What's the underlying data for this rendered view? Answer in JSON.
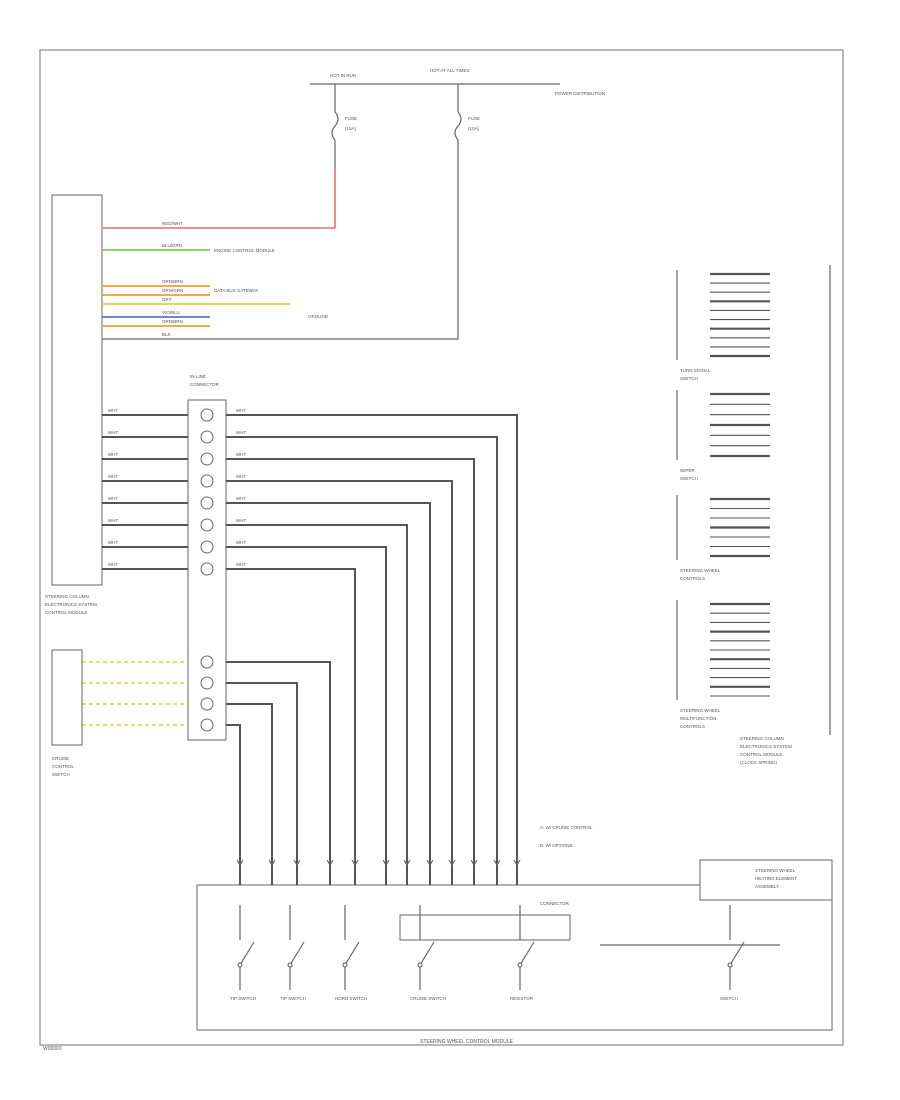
{
  "diagram": {
    "page_code": "W00000",
    "hot_in_run_label": "HOT IN RUN",
    "hot_at_all_times_label": "HOT AT ALL TIMES",
    "fuse_left": {
      "label": "FUSE",
      "sub": "(15A)"
    },
    "fuse_right": {
      "label": "FUSE",
      "sub": "(10A)"
    },
    "power_distribution_label": "POWER DISTRIBUTION",
    "left_module_title": [
      "STEERING COLUMN",
      "ELECTRONICS SYSTEM",
      "CONTROL MODULE"
    ],
    "mid_connector_title": [
      "IN-LINE",
      "CONNECTOR"
    ],
    "left_wire_labels": [
      "RED/WHT",
      "BLU/GRN",
      "ORN/BRN",
      "ORN/GRN",
      "GRY",
      "VIO/BLU",
      "ORN/BRN",
      "BLK"
    ],
    "destinations": {
      "engine_control": "ENGINE CONTROL MODULE",
      "gateway": "DATA BUS GATEWAY",
      "ground": "GROUND"
    },
    "bus_wire_labels": [
      "WHT",
      "WHT",
      "WHT",
      "WHT",
      "WHT",
      "WHT",
      "WHT",
      "WHT"
    ],
    "switch_module_label": [
      "CRUISE",
      "CONTROL",
      "SWITCH"
    ],
    "right_blocks": [
      {
        "title": [
          "TURN SIGNAL",
          "SWITCH"
        ]
      },
      {
        "title": [
          "WIPER",
          "SWITCH"
        ]
      },
      {
        "title": [
          "STEERING WHEEL",
          "CONTROLS"
        ]
      },
      {
        "title": [
          "STEERING WHEEL",
          "MULTIFUNCTION",
          "CONTROLS"
        ]
      }
    ],
    "right_column_note": [
      "STEERING COLUMN",
      "ELECTRONICS SYSTEM",
      "CONTROL MODULE",
      "(CLOCK SPRING)"
    ],
    "legend": [
      "A: W/ CRUISE CONTROL",
      "B: W/ OPTIONS"
    ],
    "bottom_components": [
      "TIP SWITCH",
      "TIP SWITCH",
      "HORN SWITCH",
      "CRUISE SWITCH",
      "RESISTOR",
      "SWITCH"
    ],
    "bottom_module_label": "STEERING WHEEL CONTROL MODULE",
    "bottom_right_note": [
      "STEERING WHEEL",
      "HEATING ELEMENT",
      "ASSEMBLY"
    ],
    "connector_note": "CONNECTOR",
    "colors": {
      "pink_wire": "#f08080",
      "green_wire": "#7ccc50",
      "orange_wire": "#f0a030",
      "yellow_wire": "#e0d040",
      "blue_wire": "#6070e0"
    }
  }
}
